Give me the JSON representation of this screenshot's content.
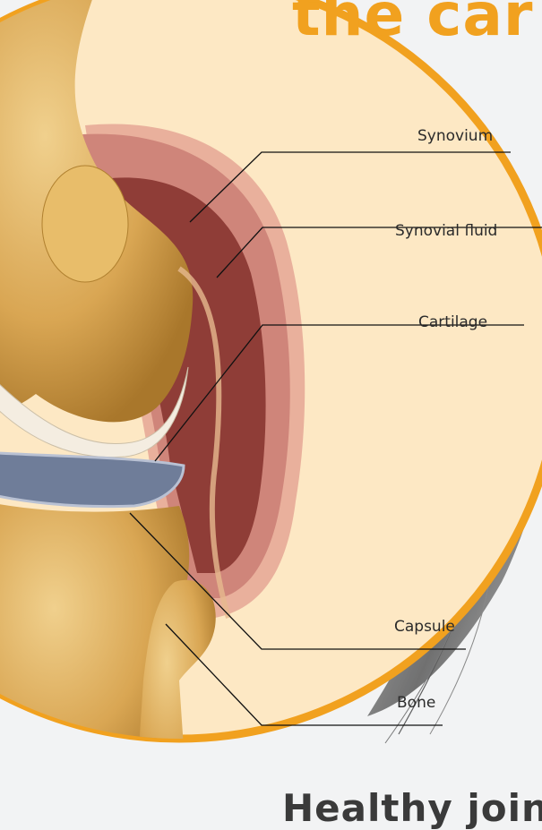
{
  "heading": "the car",
  "labels": {
    "synovium": "Synovium",
    "synovial_fluid": "Synovial fluid",
    "cartilage": "Cartilage",
    "capsule": "Capsule",
    "bone": "Bone"
  },
  "subheading": "Healthy joint",
  "colors": {
    "accent_orange": "#f1a11f",
    "circle_fill": "#fde8c4",
    "bone": "#d9a653",
    "bone_shadow": "#a9772b",
    "synovium": "#cf857a",
    "synovial_fluid": "#8f3d37",
    "cartilage": "#6f7d99",
    "leader_line": "#111111"
  },
  "icons": {
    "fur": "dog-fur-illustration"
  }
}
